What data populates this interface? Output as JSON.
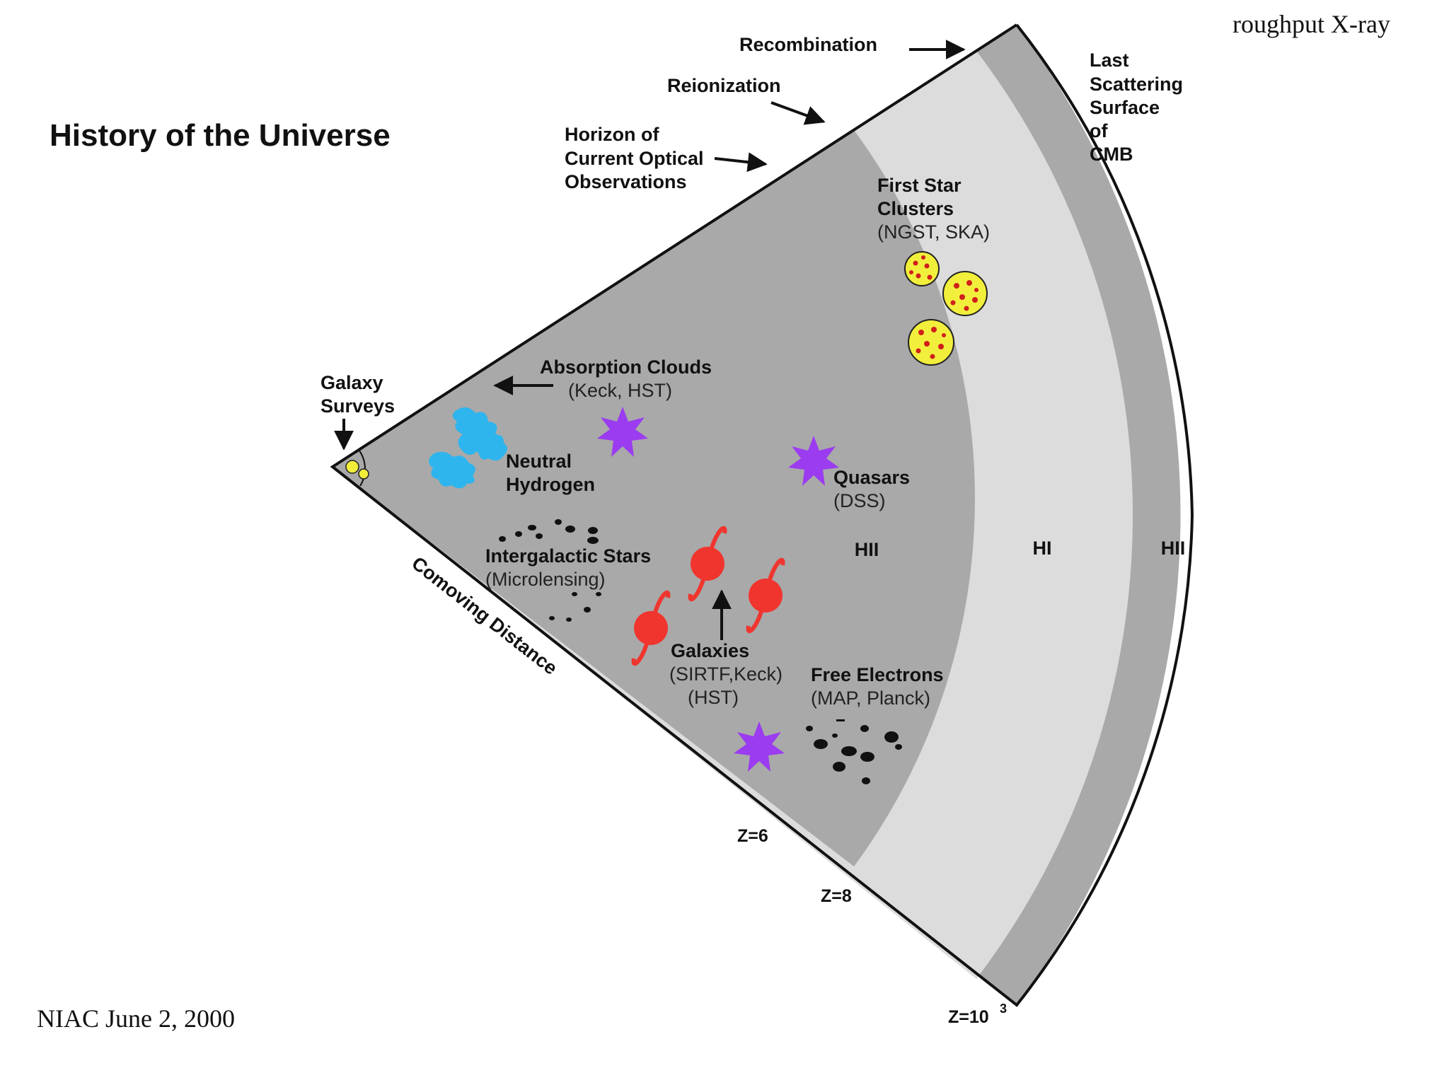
{
  "header_corner": "roughput X-ray",
  "title": "History of the Universe",
  "footer": "NIAC June 2, 2000",
  "annotations": {
    "recombination": "Recombination",
    "reionization": "Reionization",
    "horizon": [
      "Horizon of",
      "Current Optical",
      "Observations"
    ],
    "last_scattering": [
      "Last",
      "Scattering",
      "Surface",
      "of",
      "CMB"
    ],
    "first_star": [
      "First Star",
      "Clusters",
      "(NGST, SKA)"
    ],
    "absorption": [
      "Absorption Clouds",
      "(Keck, HST)"
    ],
    "galaxy_surveys": [
      "Galaxy",
      "Surveys"
    ],
    "neutral_hydrogen": [
      "Neutral",
      "Hydrogen"
    ],
    "quasars": [
      "Quasars",
      "(DSS)"
    ],
    "intergalactic": [
      "Intergalactic Stars",
      "(Microlensing)"
    ],
    "galaxies": [
      "Galaxies",
      "(SIRTF,Keck)",
      "(HST)"
    ],
    "free_electrons": [
      "Free Electrons",
      "(MAP, Planck)"
    ],
    "comoving": "Comoving Distance",
    "region_hii_inner": "HII",
    "region_hi": "HI",
    "region_hii_outer": "HII",
    "z6": "Z=6",
    "z8": "Z=8",
    "z_last": "Z=10",
    "z_last_sup": "3"
  },
  "colors": {
    "inner_region": "#a9a9a9",
    "middle_band": "#dcdcdc",
    "outer_band": "#a9a9a9",
    "star_burst": "#9b3cf0",
    "star_cluster": "#f2ef3c",
    "galaxy": "#f0352f",
    "hydrogen": "#2fb5ee",
    "electron": "#111111"
  }
}
